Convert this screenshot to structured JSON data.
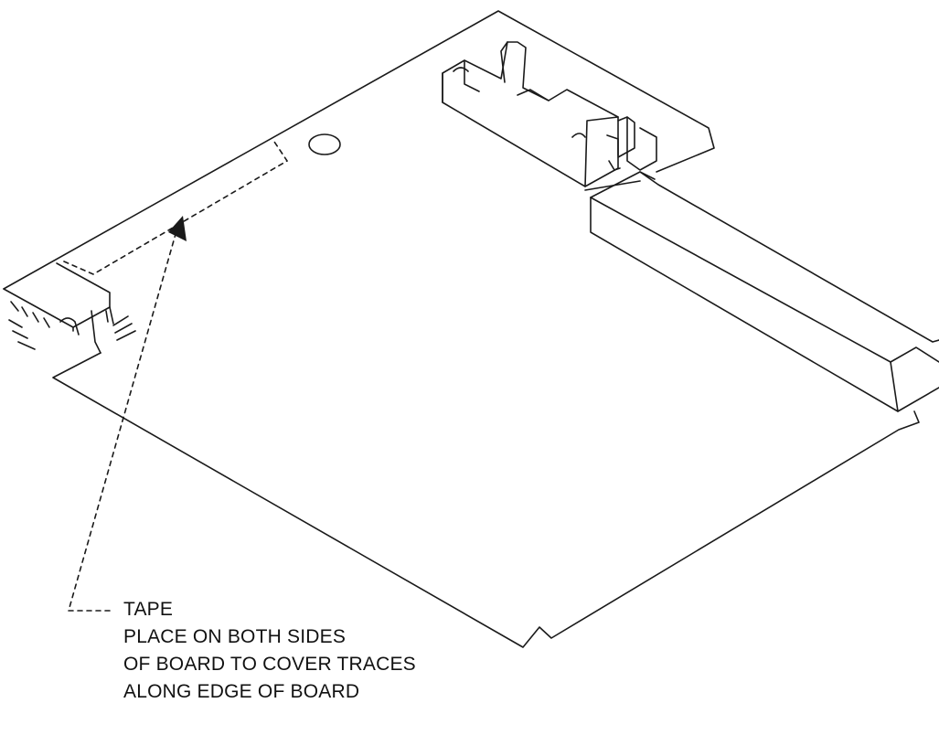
{
  "colors": {
    "line": "#1a1a1a",
    "background": "#ffffff"
  },
  "callout": {
    "title": "TAPE",
    "lines": [
      "PLACE ON BOTH SIDES",
      "OF BOARD TO COVER TRACES",
      "ALONG EDGE OF BOARD"
    ]
  }
}
